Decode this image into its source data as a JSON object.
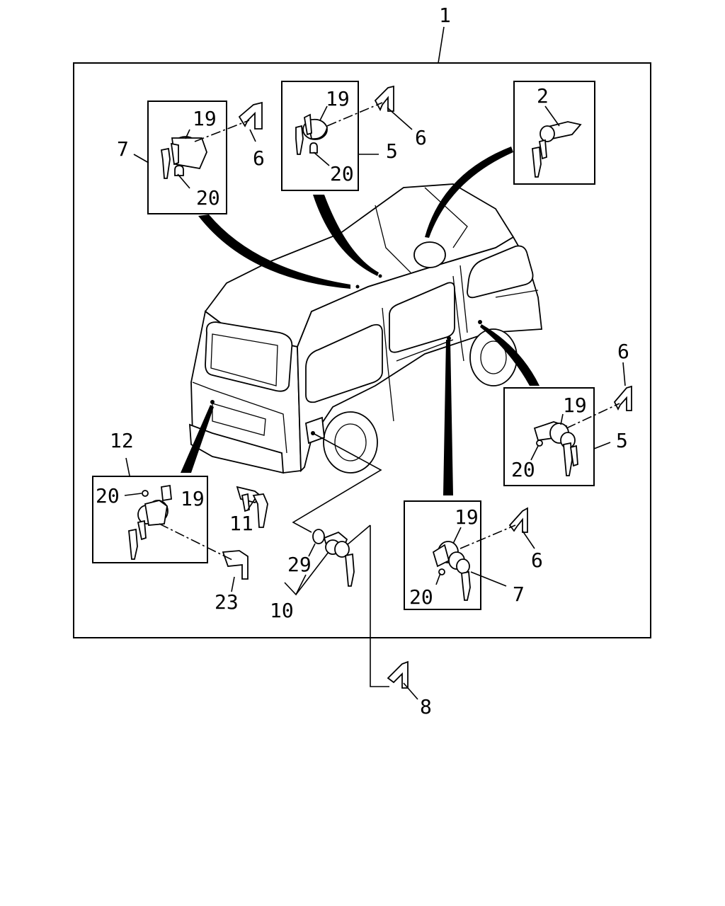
{
  "diagram": {
    "callouts": [
      {
        "id": "c1",
        "text": "1"
      },
      {
        "id": "c2",
        "text": "2"
      },
      {
        "id": "c5a",
        "text": "5"
      },
      {
        "id": "c5b",
        "text": "5"
      },
      {
        "id": "c6a",
        "text": "6"
      },
      {
        "id": "c6b",
        "text": "6"
      },
      {
        "id": "c6c",
        "text": "6"
      },
      {
        "id": "c6d",
        "text": "6"
      },
      {
        "id": "c7a",
        "text": "7"
      },
      {
        "id": "c7b",
        "text": "7"
      },
      {
        "id": "c8",
        "text": "8"
      },
      {
        "id": "c10",
        "text": "10"
      },
      {
        "id": "c11",
        "text": "11"
      },
      {
        "id": "c12",
        "text": "12"
      },
      {
        "id": "c19a",
        "text": "19"
      },
      {
        "id": "c19b",
        "text": "19"
      },
      {
        "id": "c19c",
        "text": "19"
      },
      {
        "id": "c19d",
        "text": "19"
      },
      {
        "id": "c19e",
        "text": "19"
      },
      {
        "id": "c20a",
        "text": "20"
      },
      {
        "id": "c20b",
        "text": "20"
      },
      {
        "id": "c20c",
        "text": "20"
      },
      {
        "id": "c20d",
        "text": "20"
      },
      {
        "id": "c20e",
        "text": "20"
      },
      {
        "id": "c23",
        "text": "23"
      },
      {
        "id": "c29",
        "text": "29"
      }
    ]
  }
}
